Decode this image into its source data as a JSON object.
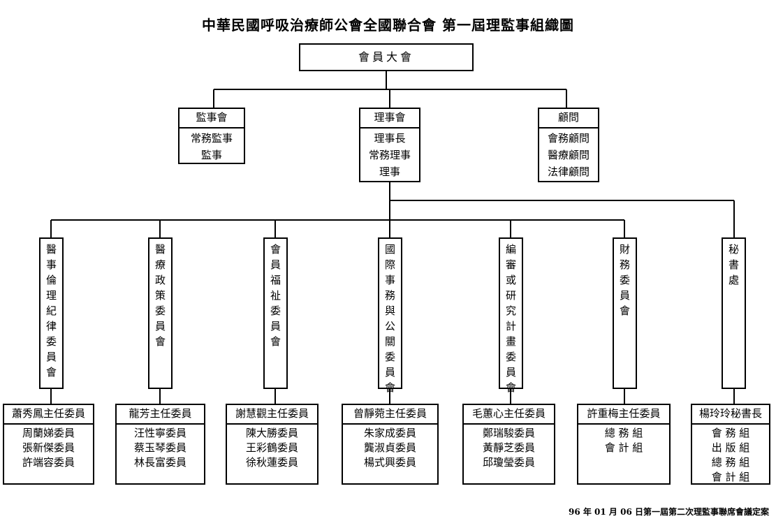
{
  "title": "中華民國呼吸治療師公會全國聯合會 第一屆理監事組織圖",
  "top": "會員大會",
  "second_level": [
    {
      "header": "監事會",
      "items": [
        "常務監事",
        "監事"
      ]
    },
    {
      "header": "理事會",
      "items": [
        "理事長",
        "常務理事",
        "理事"
      ]
    },
    {
      "header": "顧問",
      "items": [
        "會務顧問",
        "醫療顧問",
        "法律顧問"
      ]
    }
  ],
  "committees": [
    {
      "name": "醫事倫理紀律委員會",
      "leader": "蕭秀鳳主任委員",
      "members": [
        "周蘭娣委員",
        "張新傑委員",
        "許端容委員"
      ]
    },
    {
      "name": "醫療政策委員會",
      "leader": "龍芳主任委員",
      "members": [
        "汪性寧委員",
        "蔡玉琴委員",
        "林長富委員"
      ]
    },
    {
      "name": "會員福祉委員會",
      "leader": "謝慧觀主任委員",
      "members": [
        "陳大勝委員",
        "王彩鶴委員",
        "徐秋蓮委員"
      ]
    },
    {
      "name": "國際事務與公關委員會",
      "leader": "曾靜菀主任委員",
      "members": [
        "朱家成委員",
        "龔淑貞委員",
        "楊式興委員"
      ]
    },
    {
      "name": "編審或研究計畫委員會",
      "leader": "毛蕙心主任委員",
      "members": [
        "鄭瑞駿委員",
        "黃靜芝委員",
        "邱瓊瑩委員"
      ]
    },
    {
      "name": "財務委員會",
      "leader": "許重梅主任委員",
      "members": [
        "總 務 組",
        "會 計 組"
      ]
    },
    {
      "name": "秘書處",
      "leader": "楊玲玲秘書長",
      "members": [
        "會 務 組",
        "出 版 組",
        "總 務 組",
        "會 計 組"
      ]
    }
  ],
  "footer": "96 年 01 月 06 日第一屆第二次理監事聯席會議定案"
}
